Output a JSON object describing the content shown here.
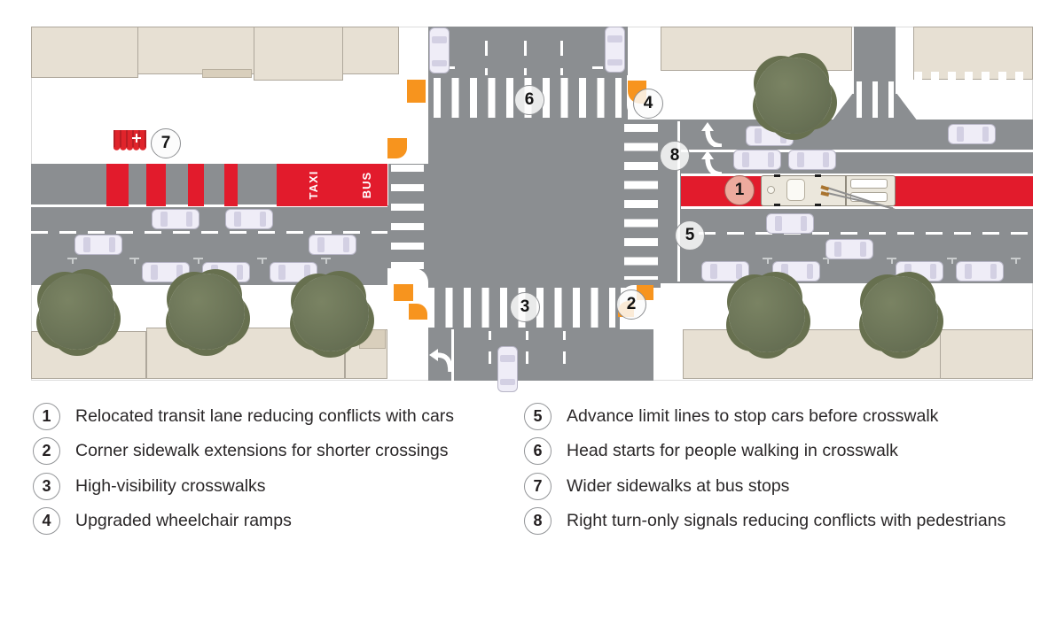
{
  "map": {
    "lane_labels": {
      "taxi": "TAXI",
      "bus": "BUS"
    },
    "callouts": [
      {
        "number": "1"
      },
      {
        "number": "2"
      },
      {
        "number": "3"
      },
      {
        "number": "4"
      },
      {
        "number": "5"
      },
      {
        "number": "6"
      },
      {
        "number": "7"
      },
      {
        "number": "8"
      }
    ]
  },
  "legend": {
    "items": [
      {
        "number": "1",
        "text": "Relocated transit lane reducing conflicts with cars"
      },
      {
        "number": "2",
        "text": "Corner sidewalk extensions for shorter crossings"
      },
      {
        "number": "3",
        "text": "High-visibility crosswalks"
      },
      {
        "number": "4",
        "text": "Upgraded wheelchair ramps"
      },
      {
        "number": "5",
        "text": "Advance limit lines to stop cars before crosswalk"
      },
      {
        "number": "6",
        "text": "Head starts for people walking in crosswalk"
      },
      {
        "number": "7",
        "text": "Wider sidewalks at bus stops"
      },
      {
        "number": "8",
        "text": "Right turn-only signals reducing conflicts with pedestrians"
      }
    ]
  },
  "colors": {
    "transit_red": "#e21b2c",
    "ramp_orange": "#f7941e",
    "road_gray": "#8b8e91",
    "building_beige": "#e7e0d3",
    "tree_green": "#6b7457",
    "callout1_fill": "#edaa9e"
  }
}
